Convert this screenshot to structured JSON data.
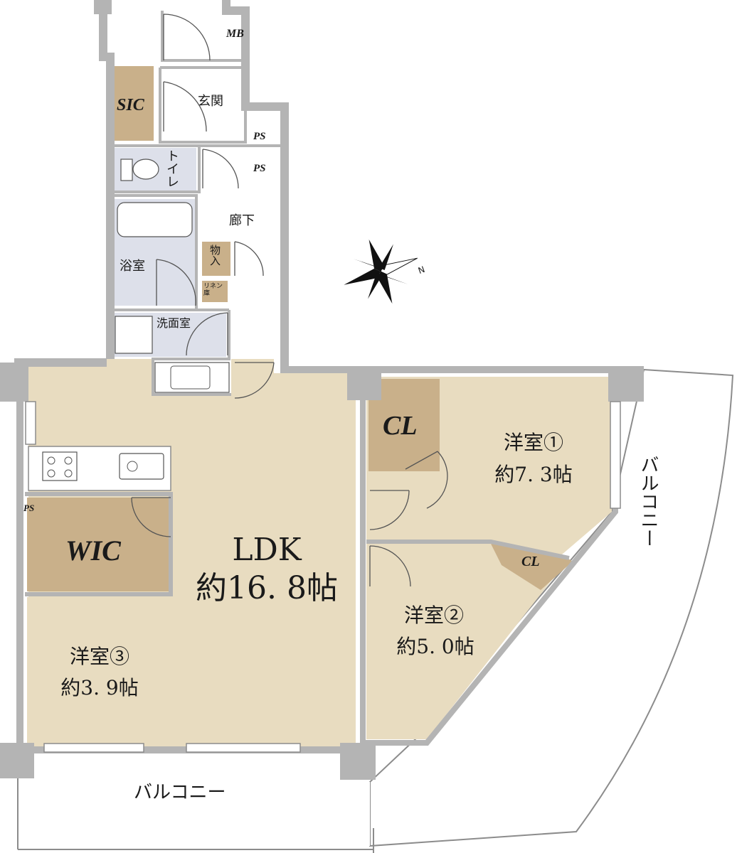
{
  "colors": {
    "wall": "#b4b4b4",
    "wall_edge": "#8c8c8c",
    "floor": "#e8dcc0",
    "floor_edge": "#c9b58a",
    "storage": "#c9b08a",
    "wet": "#dde0ea",
    "white": "#ffffff"
  },
  "rooms": {
    "ldk": {
      "name": "LDK",
      "size": "約16. 8帖"
    },
    "western1": {
      "name": "洋室①",
      "size": "約7. 3帖"
    },
    "western2": {
      "name": "洋室②",
      "size": "約5. 0帖"
    },
    "western3": {
      "name": "洋室③",
      "size": "約3. 9帖"
    },
    "entrance": "玄関",
    "toilet": "トイレ",
    "hallway": "廊下",
    "bathroom": "浴室",
    "washroom": "洗面室",
    "storage_closet": "物入",
    "linen": "リネン庫"
  },
  "storage": {
    "sic": "SIC",
    "wic": "WIC",
    "cl_large": "CL",
    "cl_small": "CL",
    "mb": "MB",
    "ps_top": "PS",
    "ps_mid": "PS",
    "ps_left": "PS"
  },
  "balcony": {
    "right": "バルコニー",
    "bottom": "バルコニー"
  },
  "compass": {
    "north": "N"
  }
}
